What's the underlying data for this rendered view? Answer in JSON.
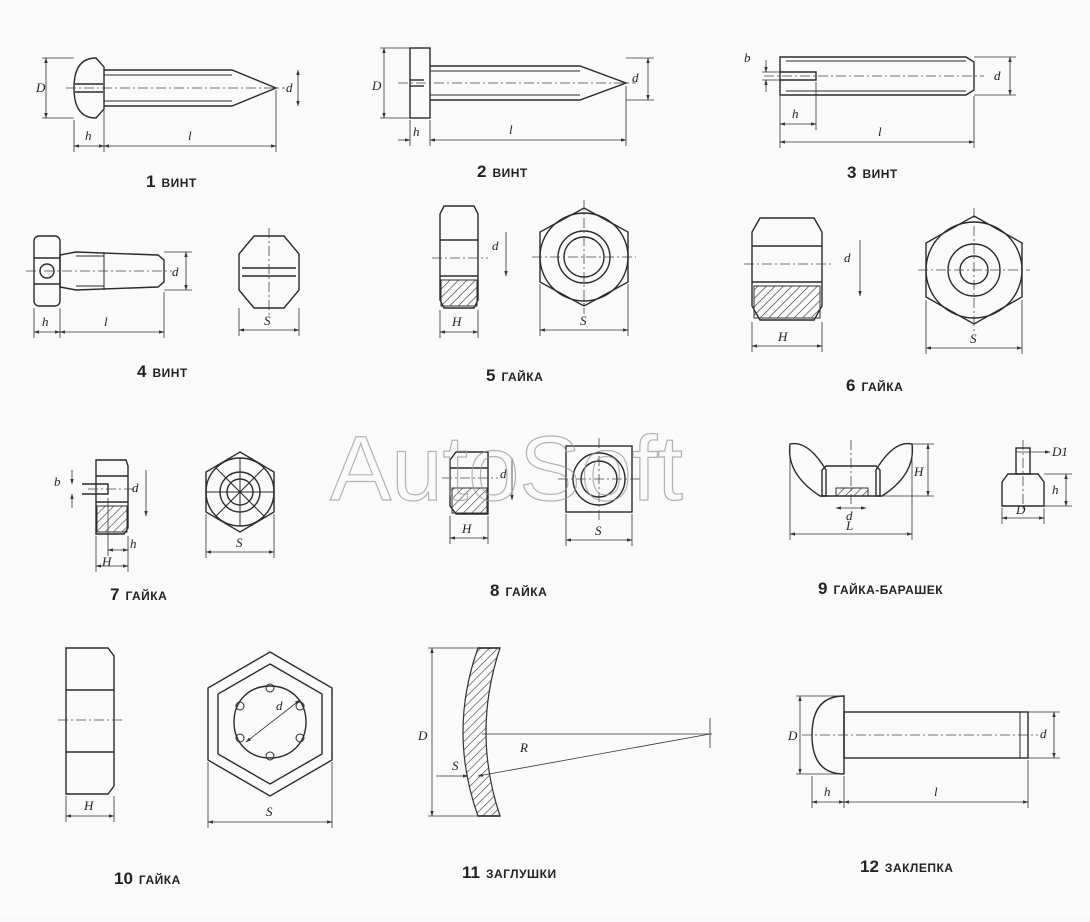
{
  "watermark": "AutoSoft",
  "parts": [
    {
      "num": "1",
      "name": "винт"
    },
    {
      "num": "2",
      "name": "винт"
    },
    {
      "num": "3",
      "name": "винт"
    },
    {
      "num": "4",
      "name": "винт"
    },
    {
      "num": "5",
      "name": "гайка"
    },
    {
      "num": "6",
      "name": "гайка"
    },
    {
      "num": "7",
      "name": "гайка"
    },
    {
      "num": "8",
      "name": "гайка"
    },
    {
      "num": "9",
      "name": "гайка-барашек"
    },
    {
      "num": "10",
      "name": "гайка"
    },
    {
      "num": "11",
      "name": "заглушки"
    },
    {
      "num": "12",
      "name": "заклепка"
    }
  ],
  "dims": {
    "D": "D",
    "d": "d",
    "h": "h",
    "l": "l",
    "b": "b",
    "S": "S",
    "H": "H",
    "L": "L",
    "D1": "D1",
    "R": "R"
  }
}
